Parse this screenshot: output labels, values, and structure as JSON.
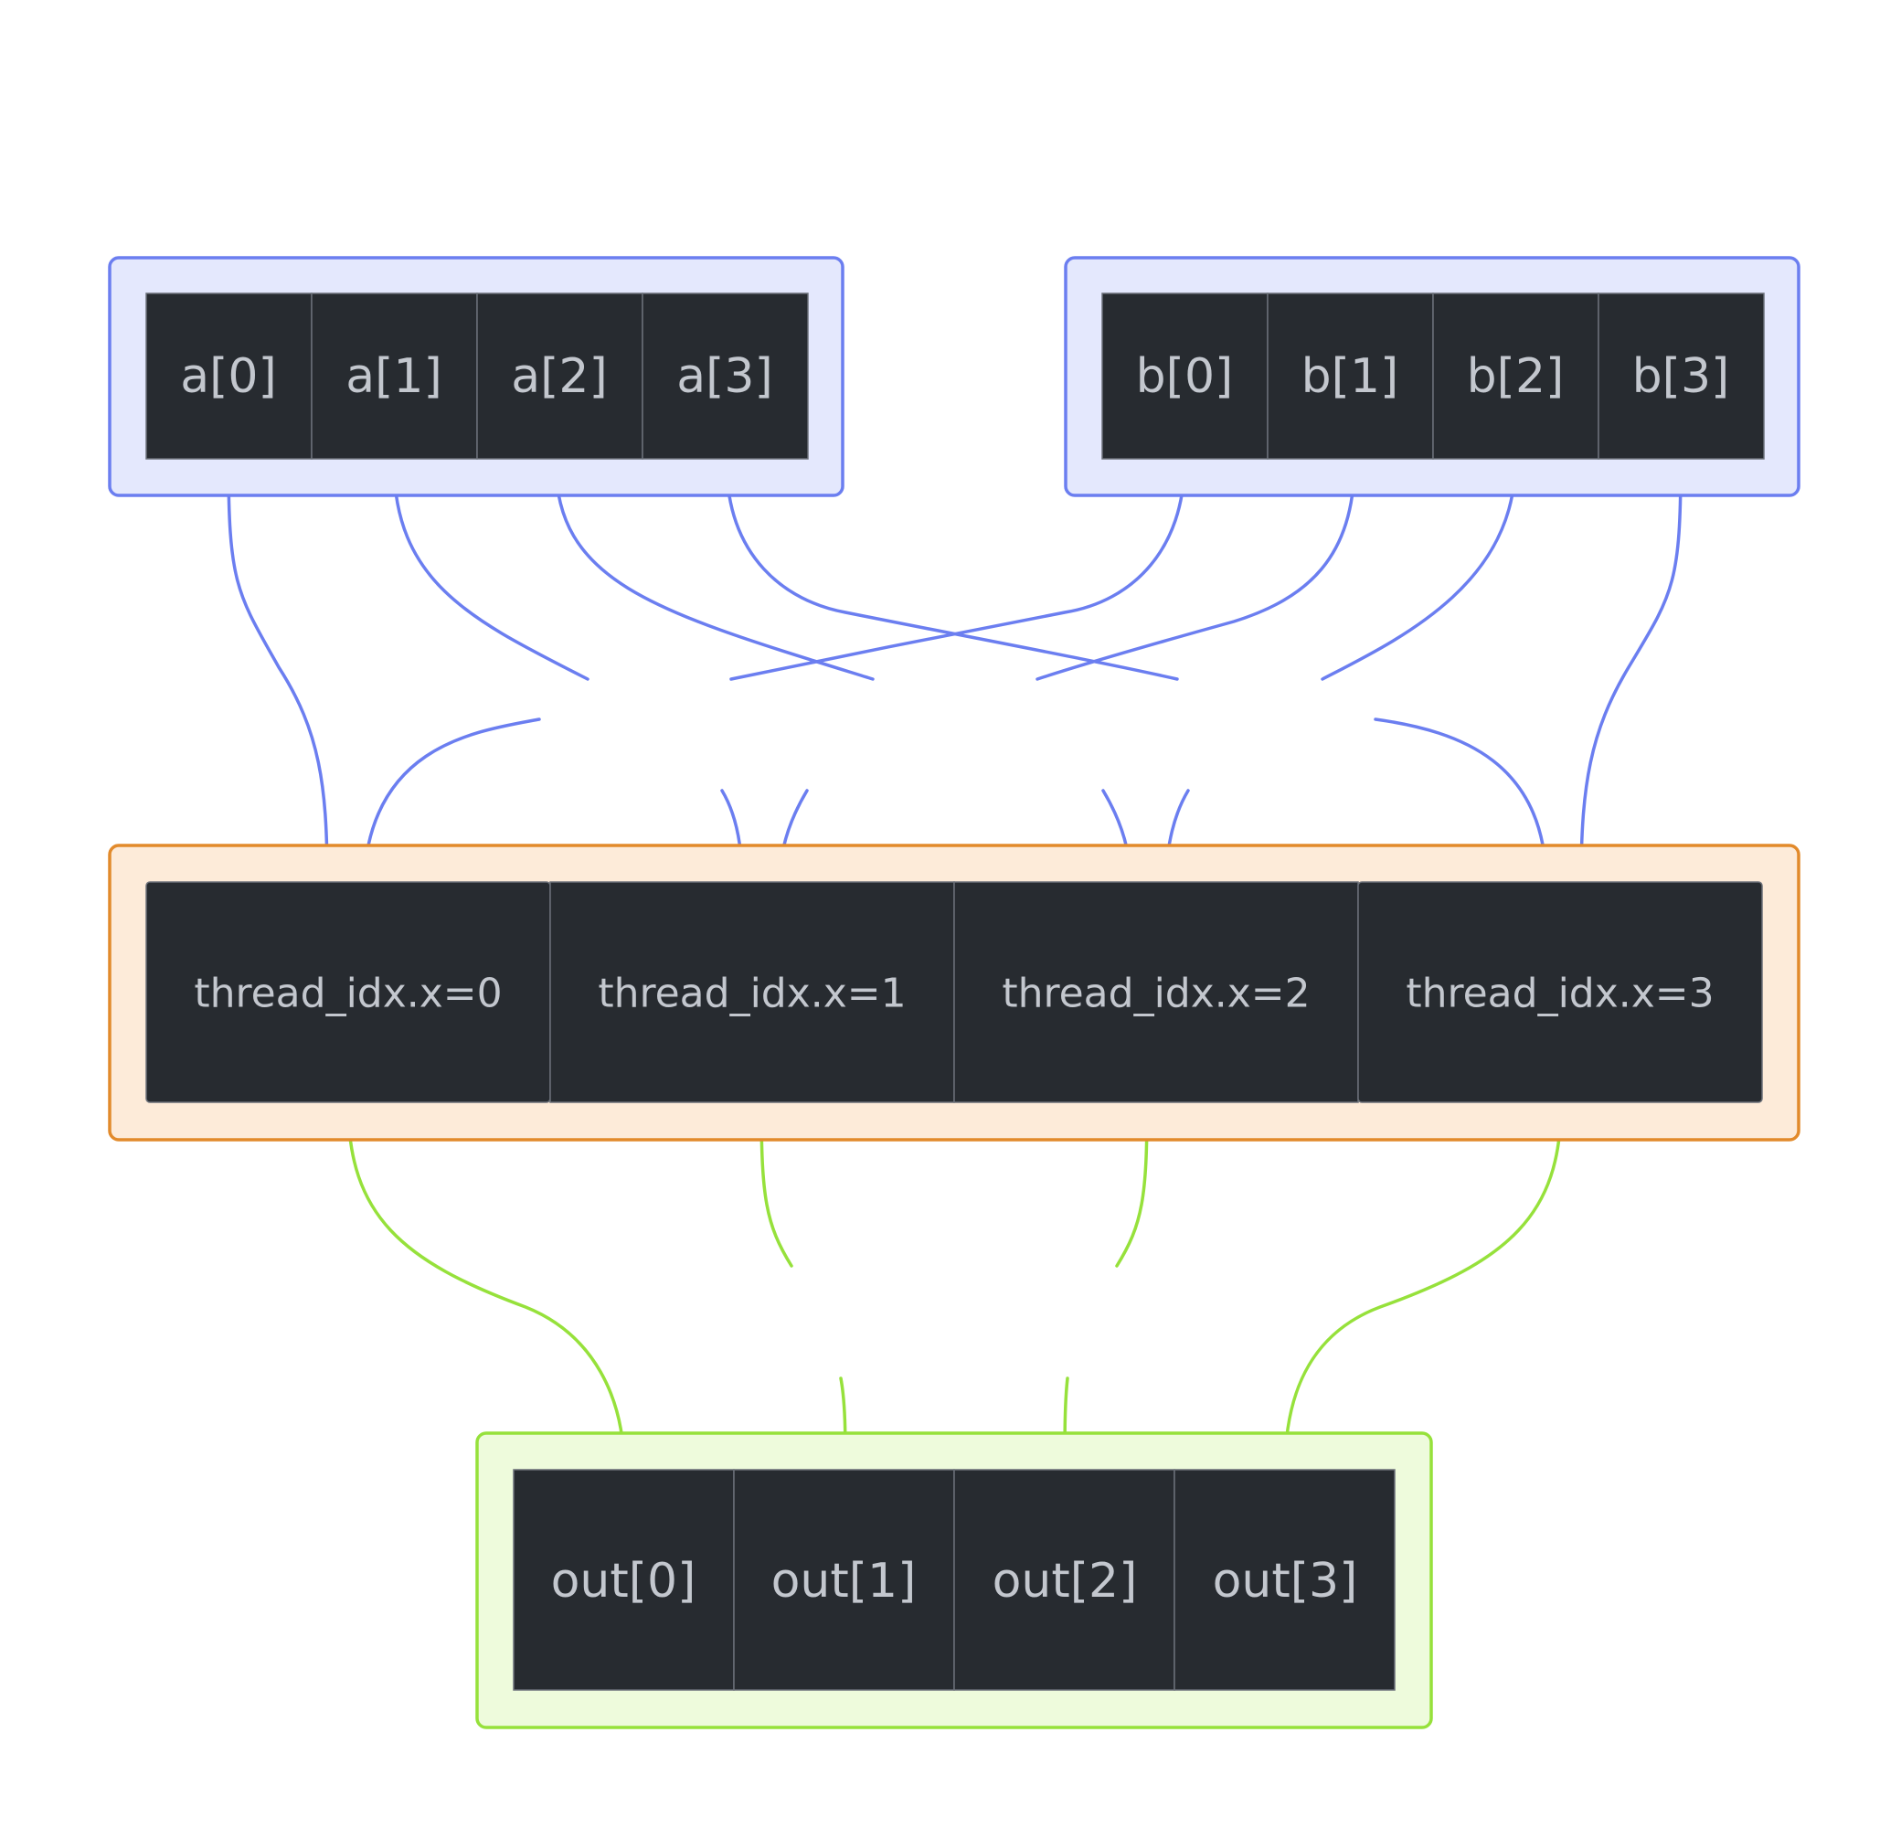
{
  "colors": {
    "input_stroke": "#6b7ef0",
    "input_fill": "#e4e8fd",
    "thread_stroke": "#e28a2b",
    "thread_fill": "#fdebd9",
    "output_stroke": "#96e13b",
    "output_fill": "#eefbdc",
    "cell_fill": "#272b30",
    "cell_text": "#c3c7ce"
  },
  "inputs": {
    "a": {
      "cells": [
        "a[0]",
        "a[1]",
        "a[2]",
        "a[3]"
      ]
    },
    "b": {
      "cells": [
        "b[0]",
        "b[1]",
        "b[2]",
        "b[3]"
      ]
    }
  },
  "threads": {
    "cells": [
      "thread_idx.x=0",
      "thread_idx.x=1",
      "thread_idx.x=2",
      "thread_idx.x=3"
    ]
  },
  "outputs": {
    "cells": [
      "out[0]",
      "out[1]",
      "out[2]",
      "out[3]"
    ]
  }
}
